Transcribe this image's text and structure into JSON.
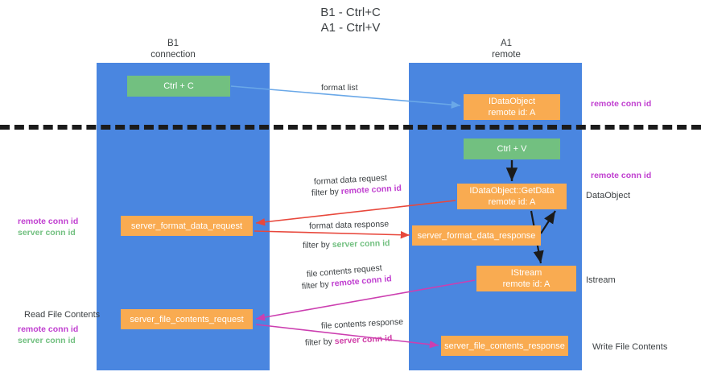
{
  "title": {
    "line1": "B1 - Ctrl+C",
    "line2": "A1 - Ctrl+V"
  },
  "lanes": [
    {
      "id": "b1",
      "name": "B1",
      "sub": "connection",
      "color": "#4a86e0"
    },
    {
      "id": "a1",
      "name": "A1",
      "sub": "remote",
      "color": "#4a86e0"
    }
  ],
  "nodes": {
    "ctrl_c": {
      "label": "Ctrl + C",
      "color": "#72c080"
    },
    "idataobject": {
      "line1": "IDataObject",
      "line2": "remote id: A",
      "color": "#f9ab51"
    },
    "ctrl_v": {
      "label": "Ctrl + V",
      "color": "#72c080"
    },
    "getdata": {
      "line1": "IDataObject::GetData",
      "line2": "remote id: A",
      "color": "#f9ab51"
    },
    "format_data_request": {
      "label": "server_format_data_request",
      "color": "#f9ab51"
    },
    "format_data_response": {
      "label": "server_format_data_response",
      "color": "#f9ab51"
    },
    "istream": {
      "line1": "IStream",
      "line2": "remote id: A",
      "color": "#f9ab51"
    },
    "file_contents_request": {
      "label": "server_file_contents_request",
      "color": "#f9ab51"
    },
    "file_contents_response": {
      "label": "server_file_contents_response",
      "color": "#f9ab51"
    }
  },
  "edge_labels": {
    "format_list": "format list",
    "format_data_request": "format data request",
    "format_data_request_filter_prefix": "filter by ",
    "format_data_request_filter_key": "remote conn id",
    "format_data_response": "format data response",
    "format_data_response_filter_prefix": "filter by ",
    "format_data_response_filter_key": "server conn id",
    "file_contents_request": "file contents request",
    "file_contents_request_filter_prefix": "filter by ",
    "file_contents_request_filter_key": "remote conn id",
    "file_contents_response": "file contents response",
    "file_contents_response_filter_prefix": "filter by ",
    "file_contents_response_filter_key": "server conn id"
  },
  "annotations": {
    "right": {
      "remote_conn_id_top": "remote conn id",
      "remote_conn_id_mid": "remote conn id",
      "dataobject": "DataObject",
      "istream": "Istream",
      "write_file_contents": "Write File Contents"
    },
    "left": {
      "remote_conn_id_mid": "remote conn id",
      "server_conn_id_mid": "server conn id",
      "read_file_contents": "Read File Contents",
      "remote_conn_id_bottom": "remote conn id",
      "server_conn_id_bottom": "server conn id"
    }
  },
  "colors": {
    "lane": "#4a86e0",
    "green_node": "#72c080",
    "orange_node": "#f9ab51",
    "purple_key": "#c03fd0",
    "green_key": "#72c080",
    "magenta_key": "#d03fa8",
    "arrow_blue": "#6aa8e8",
    "arrow_red": "#e8483c",
    "arrow_black": "#1b1b1b",
    "arrow_magenta": "#cc3fb0",
    "divider": "#1b1b1b"
  }
}
